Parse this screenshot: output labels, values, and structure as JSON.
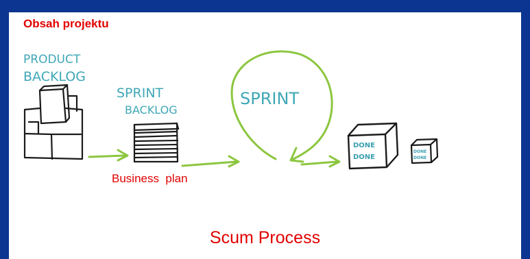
{
  "slide": {
    "title": "Obsah projektu",
    "caption": "Scum Process",
    "note": "Business  plan"
  },
  "diagram": {
    "product_backlog": [
      "PRODUCT",
      "BACKLOG"
    ],
    "sprint_backlog": [
      "SPRINT",
      "BACKLOG"
    ],
    "sprint": "SPRINT",
    "done_large": [
      "DONE",
      "DONE"
    ],
    "done_small": [
      "DONE",
      "DONE"
    ]
  },
  "colors": {
    "background": "#0b3591",
    "panel": "#ffffff",
    "accent_red": "#e10000",
    "arrow_green": "#8cc63f",
    "handwriting_teal": "#3fa7b6",
    "ink": "#1a1a1a"
  }
}
